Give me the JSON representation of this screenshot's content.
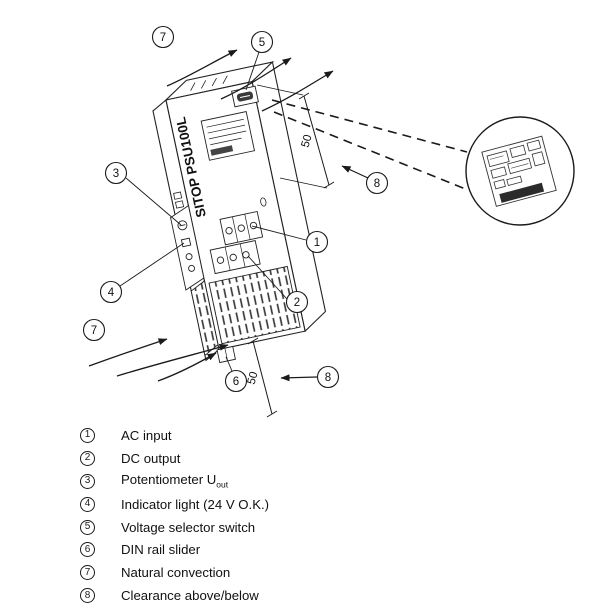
{
  "diagram": {
    "device_label": "SITOP PSU100L",
    "dim_top": "50",
    "dim_bottom": "50",
    "callouts": [
      "7",
      "5",
      "3",
      "1",
      "8",
      "4",
      "2",
      "7",
      "6",
      "8"
    ]
  },
  "legend": {
    "items": [
      {
        "num": "1",
        "label": "AC input"
      },
      {
        "num": "2",
        "label": "DC output"
      },
      {
        "num": "3",
        "label": "Potentiometer U",
        "sub": "out"
      },
      {
        "num": "4",
        "label": "Indicator light (24 V O.K.)"
      },
      {
        "num": "5",
        "label": "Voltage selector switch"
      },
      {
        "num": "6",
        "label": "DIN rail slider"
      },
      {
        "num": "7",
        "label": "Natural convection"
      },
      {
        "num": "8",
        "label": "Clearance above/below"
      }
    ]
  }
}
